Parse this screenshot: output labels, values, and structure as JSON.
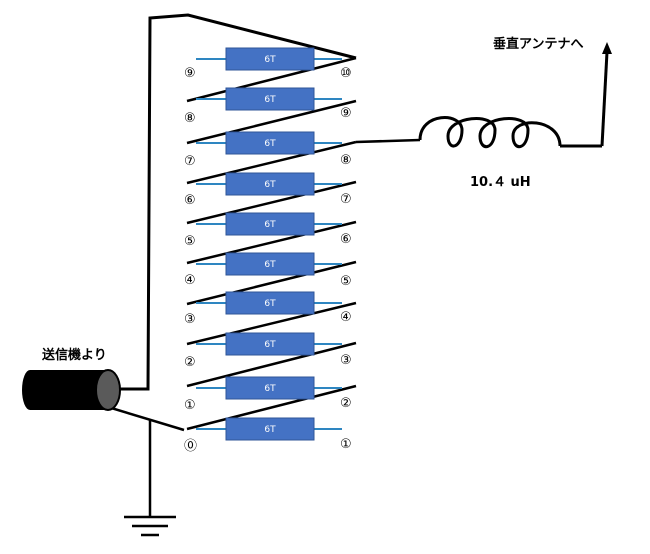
{
  "labels": {
    "antenna": "垂直アンテナへ",
    "transmitter": "送信機より",
    "inductance": "10.４ uH"
  },
  "coils": [
    {
      "text": "6T"
    },
    {
      "text": "6T"
    },
    {
      "text": "6T"
    },
    {
      "text": "6T"
    },
    {
      "text": "6T"
    },
    {
      "text": "6T"
    },
    {
      "text": "6T"
    },
    {
      "text": "6T"
    },
    {
      "text": "6T"
    },
    {
      "text": "6T"
    }
  ],
  "left_numbers": [
    "⑨",
    "⑧",
    "⑦",
    "⑥",
    "⑤",
    "④",
    "③",
    "②",
    "①",
    "⓪"
  ],
  "right_numbers": [
    "⑩",
    "⑨",
    "⑧",
    "⑦",
    "⑥",
    "⑤",
    "④",
    "③",
    "②",
    "①"
  ],
  "colors": {
    "coil_fill": "#4472c4",
    "coil_border": "#2f5597",
    "coil_lead": "#2e86c1",
    "wire": "#000000"
  }
}
